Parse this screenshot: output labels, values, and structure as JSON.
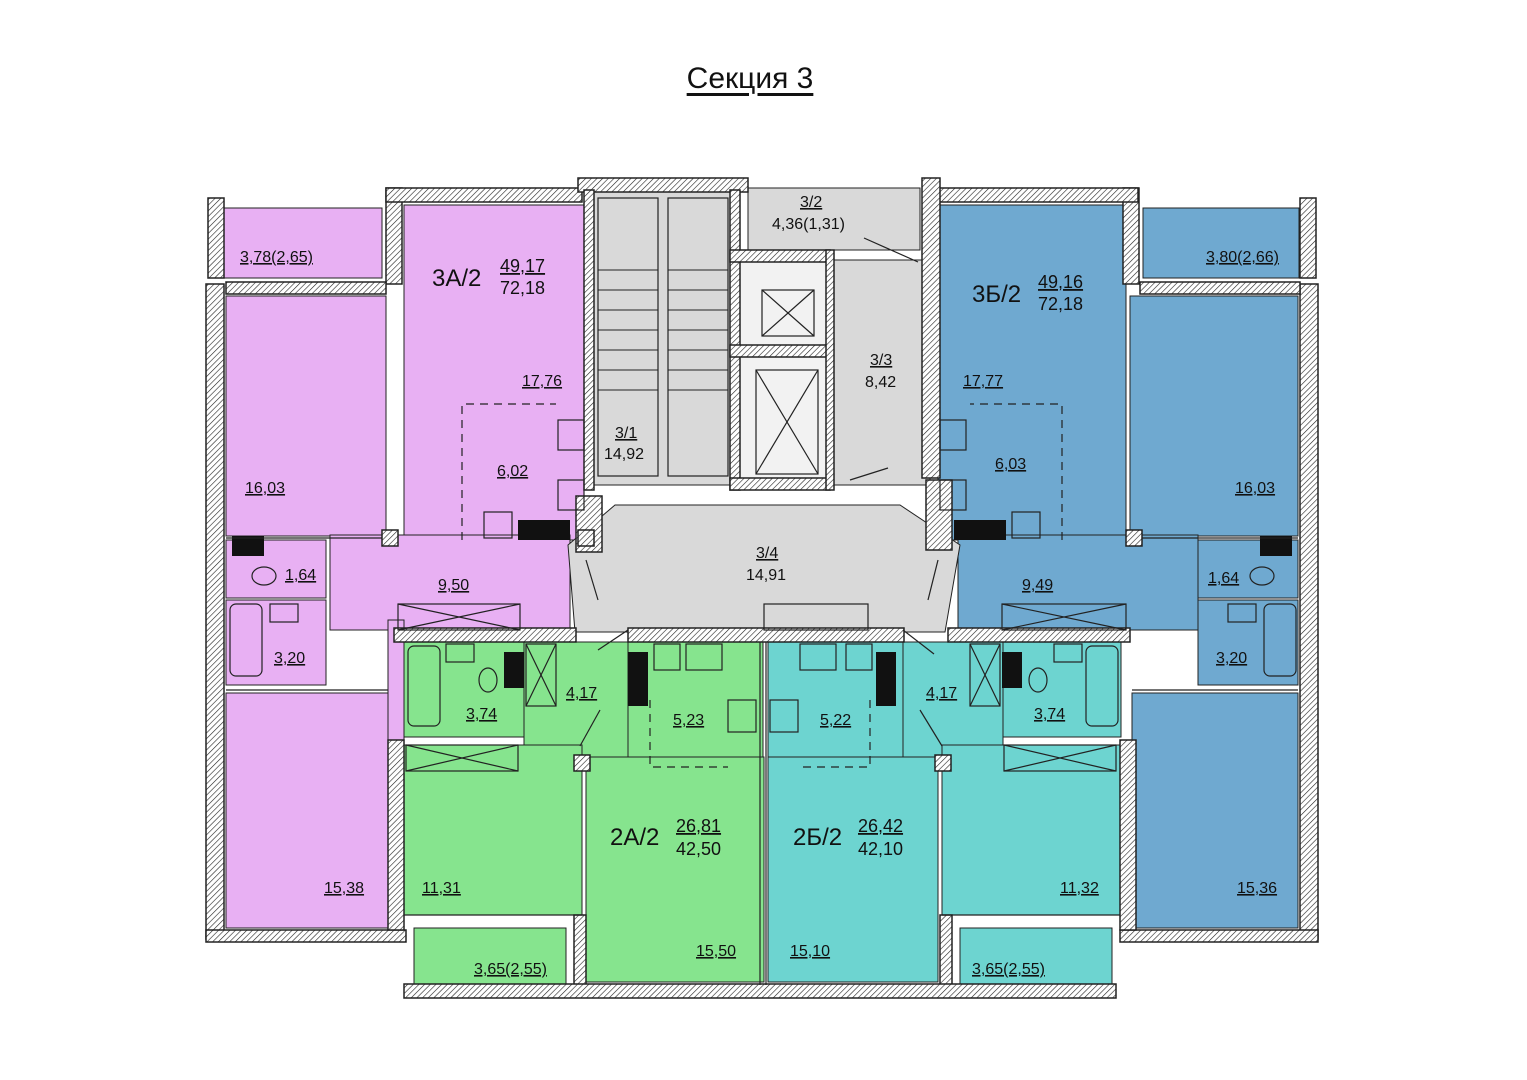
{
  "title": "Секция 3",
  "apartments": {
    "a3": {
      "name": "3А/2",
      "living": "49,17",
      "total": "72,18",
      "color": "#e8b0f3"
    },
    "b3": {
      "name": "3Б/2",
      "living": "49,16",
      "total": "72,18",
      "color": "#6fa9d0"
    },
    "a2": {
      "name": "2А/2",
      "living": "26,81",
      "total": "42,50",
      "color": "#86e48e"
    },
    "b2": {
      "name": "2Б/2",
      "living": "26,42",
      "total": "42,10",
      "color": "#6dd4d0"
    }
  },
  "common": {
    "color": "#d9d9d9"
  },
  "rooms": {
    "a3_balcony": "3,78(2,65)",
    "a3_room_big": "17,76",
    "a3_kitchen": "6,02",
    "a3_room_left": "16,03",
    "a3_wc": "1,64",
    "a3_hall": "9,50",
    "a3_bath": "3,20",
    "a3_room_bottom": "15,38",
    "stair_name": "3/1",
    "stair_area": "14,92",
    "c32_name": "3/2",
    "c32_area": "4,36(1,31)",
    "c33_name": "3/3",
    "c33_area": "8,42",
    "c34_name": "3/4",
    "c34_area": "14,91",
    "b3_balcony": "3,80(2,66)",
    "b3_room_big": "17,77",
    "b3_kitchen": "6,03",
    "b3_room_right": "16,03",
    "b3_wc": "1,64",
    "b3_hall": "9,49",
    "b3_bath": "3,20",
    "b3_room_bottom": "15,36",
    "a2_hall": "4,17",
    "a2_bath": "3,74",
    "a2_kitchen": "5,23",
    "a2_room_left": "11,31",
    "a2_room_main": "15,50",
    "a2_balcony": "3,65(2,55)",
    "b2_hall": "4,17",
    "b2_bath": "3,74",
    "b2_kitchen": "5,22",
    "b2_room_right": "11,32",
    "b2_room_main": "15,10",
    "b2_balcony": "3,65(2,55)"
  }
}
